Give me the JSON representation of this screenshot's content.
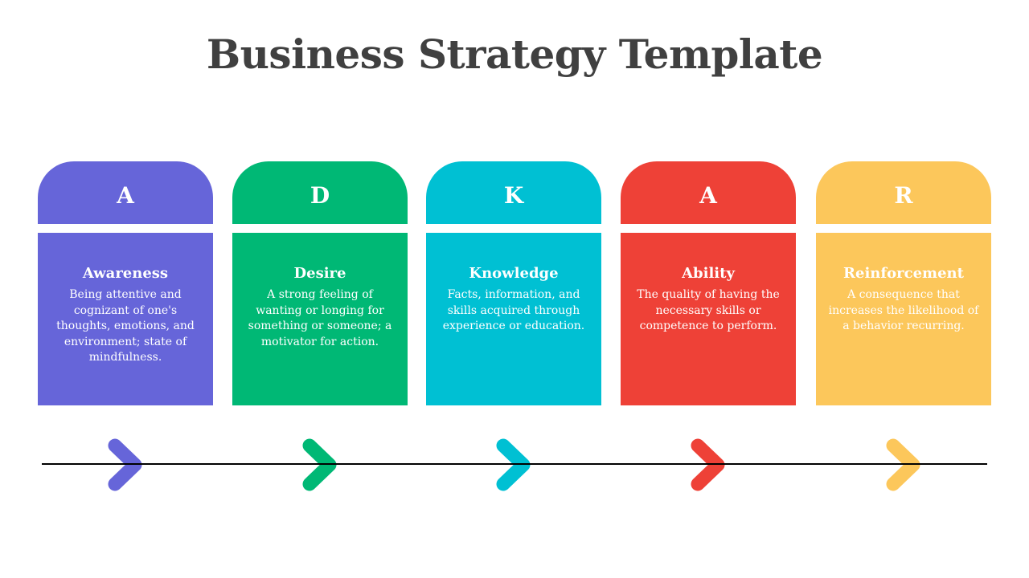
{
  "title": "Business Strategy Template",
  "steps": [
    {
      "letter": "A",
      "heading": "Awareness",
      "description": "Being attentive and cognizant of one's thoughts, emotions, and environment; state of mindfulness.",
      "color": "#6665D9"
    },
    {
      "letter": "D",
      "heading": "Desire",
      "description": "A strong feeling of wanting or longing for something or someone; a motivator for action.",
      "color": "#00B875"
    },
    {
      "letter": "K",
      "heading": "Knowledge",
      "description": "Facts, information, and skills acquired through experience or education.",
      "color": "#00C0D3"
    },
    {
      "letter": "A",
      "heading": "Ability",
      "description": "The quality of having the necessary skills or competence to perform.",
      "color": "#EE4137"
    },
    {
      "letter": "R",
      "heading": "Reinforcement",
      "description": "A consequence that increases the likelihood of a behavior recurring.",
      "color": "#FCC75B"
    }
  ]
}
